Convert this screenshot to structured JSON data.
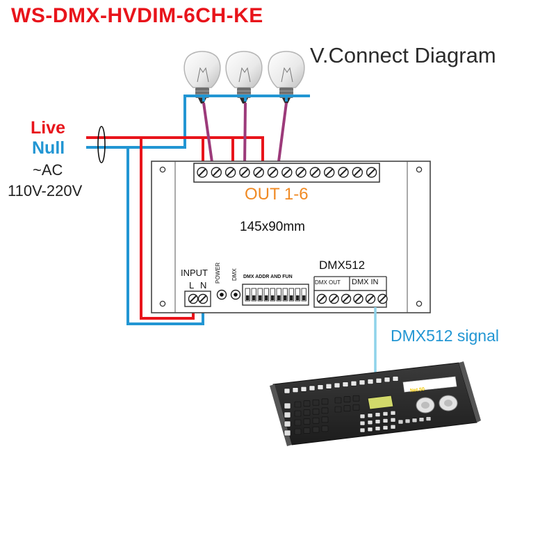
{
  "title": "WS-DMX-HVDIM-6CH-KE",
  "diagram_title": "V.Connect Diagram",
  "power_input": {
    "live": "Live",
    "null": "Null",
    "ac": "~AC",
    "voltage": "110V-220V"
  },
  "module": {
    "output_label": "OUT 1-6",
    "dimensions": "145x90mm",
    "input_label": "INPUT",
    "l_terminal": "L",
    "n_terminal": "N",
    "power_indicator": "POWER",
    "dmx_indicator": "DMX",
    "dip_switch_label": "DMX ADDR AND FUN",
    "dmx_section_label": "DMX512",
    "dmx_out": "DMX OUT",
    "dmx_in": "DMX IN"
  },
  "signal_label": "DMX512 signal",
  "console": {
    "nameplate": "Net.50"
  },
  "colors": {
    "live_wire": "#e8141b",
    "null_wire": "#2296d3",
    "lamp_wire": "#9c3a7a",
    "signal_wire": "#8fd3ea",
    "output_label": "#f08a24"
  },
  "icons": [
    "light-bulb-icon",
    "terminal-screw-icon",
    "dip-switch-icon",
    "indicator-led-icon",
    "dmx-console-icon"
  ]
}
